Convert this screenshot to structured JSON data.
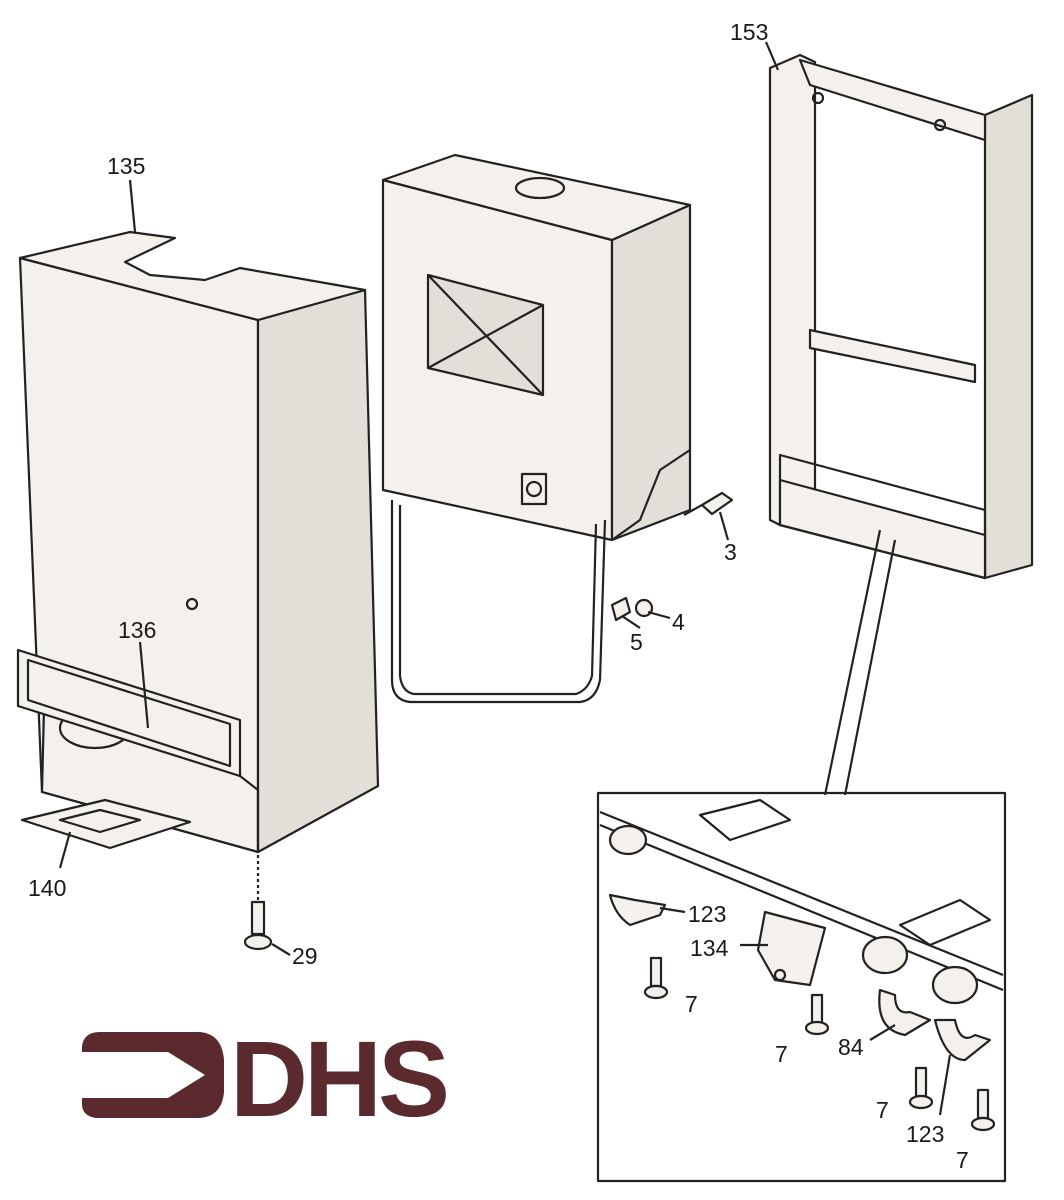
{
  "diagram": {
    "labels": {
      "p153": "153",
      "p135": "135",
      "p136": "136",
      "p140": "140",
      "p29": "29",
      "p3": "3",
      "p4": "4",
      "p5": "5",
      "p123a": "123",
      "p134": "134",
      "p7a": "7",
      "p7b": "7",
      "p84": "84",
      "p7c": "7",
      "p123b": "123",
      "p7d": "7"
    },
    "logo": {
      "text": "DHS",
      "color": "#5b2a2f"
    }
  }
}
